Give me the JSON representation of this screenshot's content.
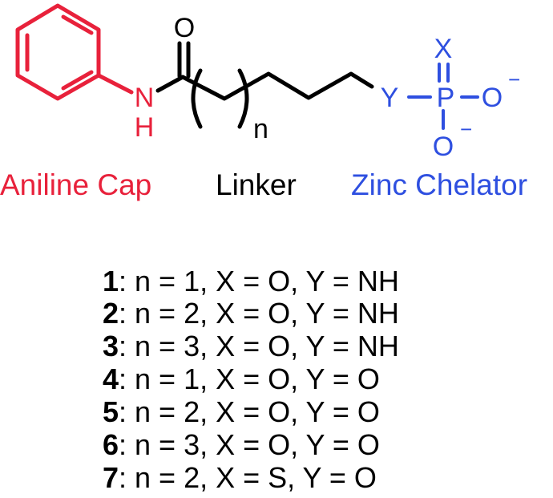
{
  "colors": {
    "aniline": "#e8213b",
    "linker": "#000000",
    "chelator": "#2e4fe0"
  },
  "structure": {
    "atoms": {
      "nitrogen": "N",
      "amide_h": "H",
      "carbonyl_o": "O",
      "repeat_n": "n",
      "y": "Y",
      "phosphorus": "P",
      "x": "X",
      "o_right": "O",
      "o_bottom": "O",
      "charge_right": "−",
      "charge_bottom": "−"
    },
    "labels": {
      "cap": "Aniline Cap",
      "linker": "Linker",
      "chelator": "Zinc Chelator"
    }
  },
  "compounds": [
    {
      "id": "1",
      "rest": ": n = 1, X = O, Y = NH"
    },
    {
      "id": "2",
      "rest": ": n = 2, X = O, Y = NH"
    },
    {
      "id": "3",
      "rest": ": n = 3, X = O, Y = NH"
    },
    {
      "id": "4",
      "rest": ": n = 1, X = O, Y = O"
    },
    {
      "id": "5",
      "rest": ": n = 2, X = O, Y = O"
    },
    {
      "id": "6",
      "rest": ": n = 3, X = O, Y = O"
    },
    {
      "id": "7",
      "rest": ": n = 2, X = S, Y = O"
    }
  ]
}
